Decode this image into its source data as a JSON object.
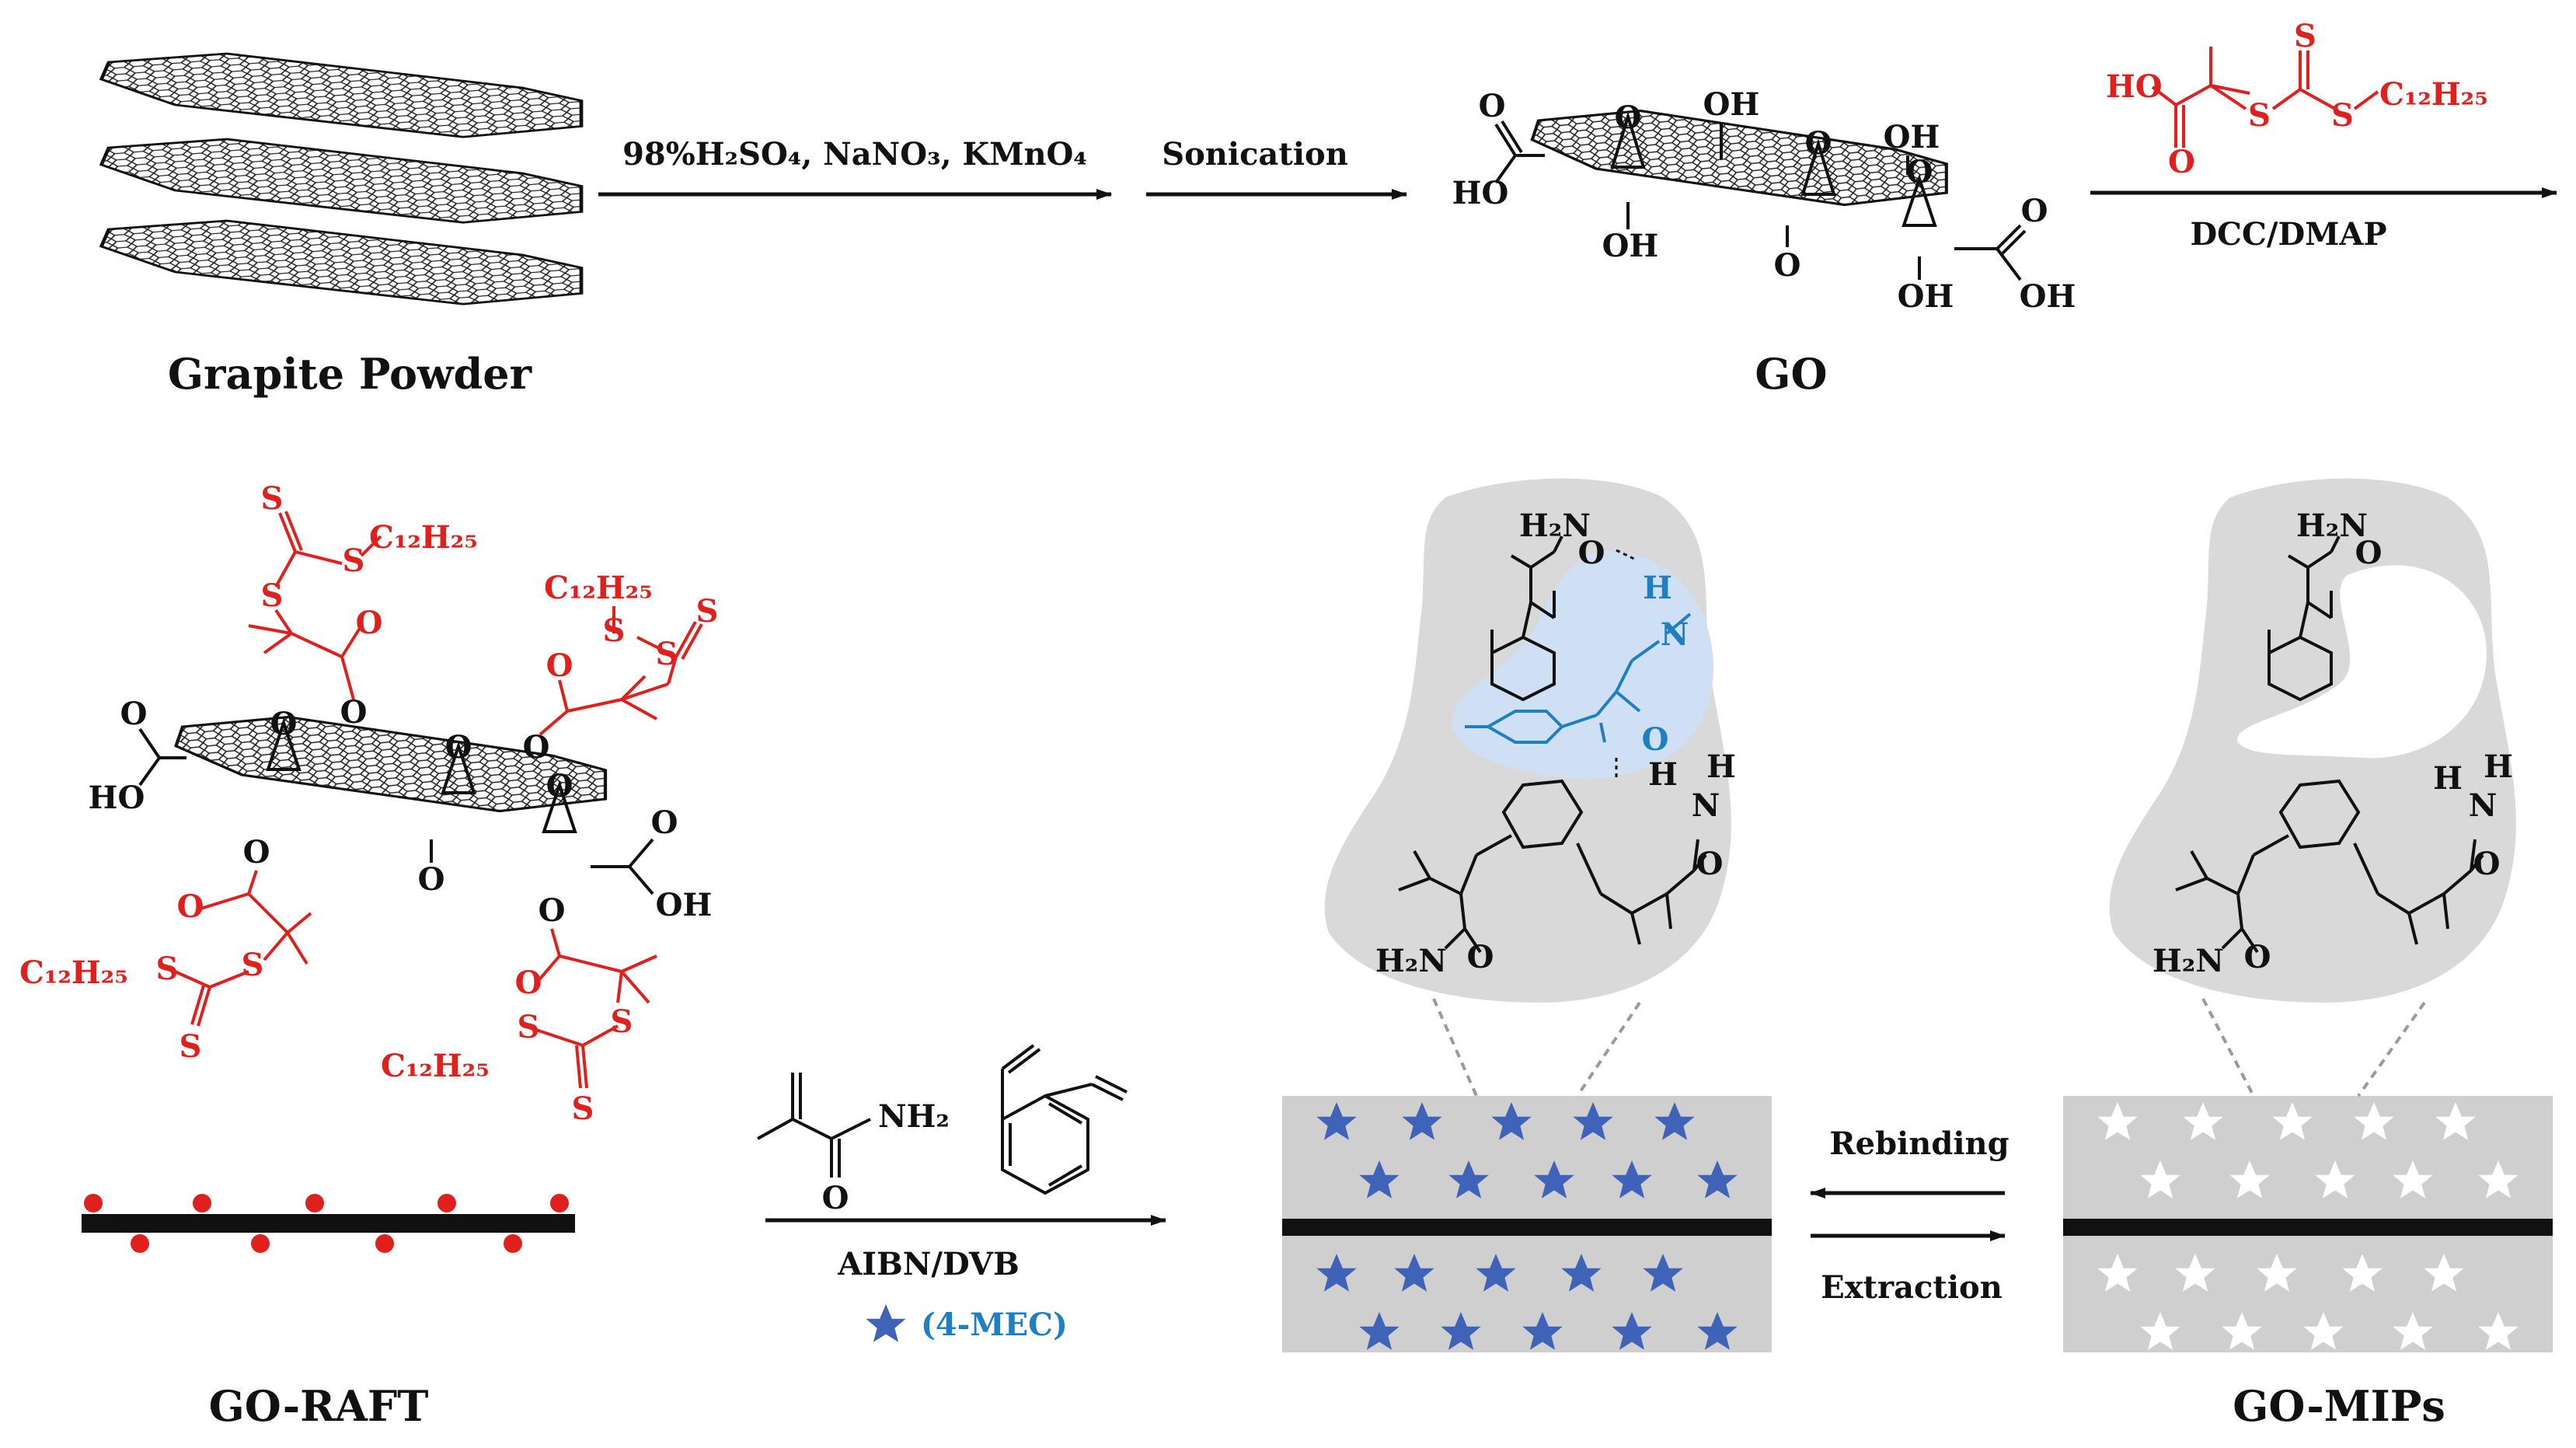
{
  "colors": {
    "ink": "#111111",
    "raft_red": "#e0201c",
    "template_blue": "#1f7fc1",
    "star_blue": "#3f63b8",
    "cavity_gray": "#cfcfcf",
    "shell_gray": "#d9d9d9",
    "highlight_blue": "#cfe0f4",
    "star_white": "#ffffff"
  },
  "captions": {
    "graphite": "Grapite Powder",
    "go": "GO",
    "go_raft": "GO-RAFT",
    "go_mips": "GO-MIPs"
  },
  "steps": {
    "oxidation": "98%H₂SO₄, NaNO₃, KMnO₄",
    "sonication": "Sonication",
    "coupling": "DCC/DMAP",
    "polymerization": "AIBN/DVB",
    "template": "(4-MEC)",
    "rebinding": "Rebinding",
    "extraction": "Extraction"
  },
  "chem": {
    "ho": "HO",
    "oh": "OH",
    "o": "O",
    "s": "S",
    "n": "N",
    "h": "H",
    "h2n": "H₂N",
    "nh2": "NH₂",
    "c12h25": "C₁₂H₂₅"
  },
  "icons": [
    "graphite-sheet-icon",
    "go-sheet-icon",
    "star-icon",
    "benzene-ring-icon",
    "polymer-film-icon"
  ]
}
